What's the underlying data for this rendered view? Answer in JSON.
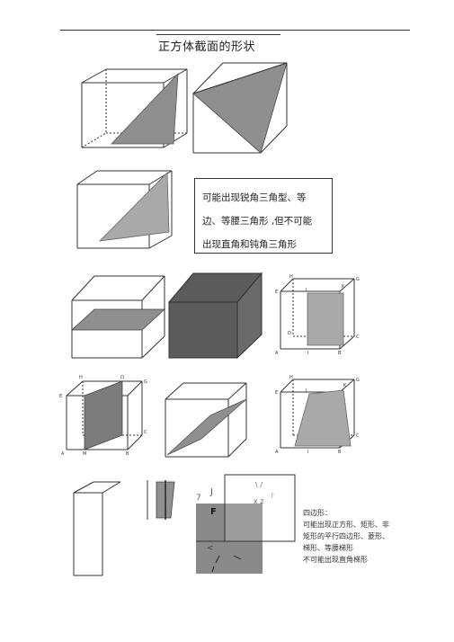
{
  "page": {
    "title": "正方体截面的形状"
  },
  "note_triangles": {
    "lines": [
      "可能出现锐角三角型、等",
      "边、等腰三角形 ,但不可能",
      "出现直角和钝角三角形"
    ]
  },
  "note_quadrilaterals": {
    "lines": [
      "四边形：",
      "可能出现正方形、矩形、非",
      "矩形的平行四边形、菱形、",
      "梯形、等腰梯形",
      "不可能出现直角梯形"
    ]
  },
  "figure_labels": {
    "fig_r2_c3": [
      "H",
      "E",
      "L",
      "K",
      "G",
      "D",
      "C",
      "A",
      "I",
      "B"
    ],
    "fig_r3_c1": [
      "H",
      "O",
      "E",
      "G",
      "C",
      "A",
      "M",
      "B"
    ],
    "fig_r3_c3": [
      "H",
      "E",
      "L",
      "K",
      "G",
      "C",
      "A",
      "I",
      "B"
    ],
    "scan_fragment": [
      "J",
      "7",
      "F",
      "\\ /",
      "x z",
      "J·",
      "<"
    ]
  },
  "colors": {
    "section_gray": "#8f8f8f",
    "section_light": "#a9a9a9",
    "section_dark": "#5b5b5b",
    "edge": "#333333"
  }
}
